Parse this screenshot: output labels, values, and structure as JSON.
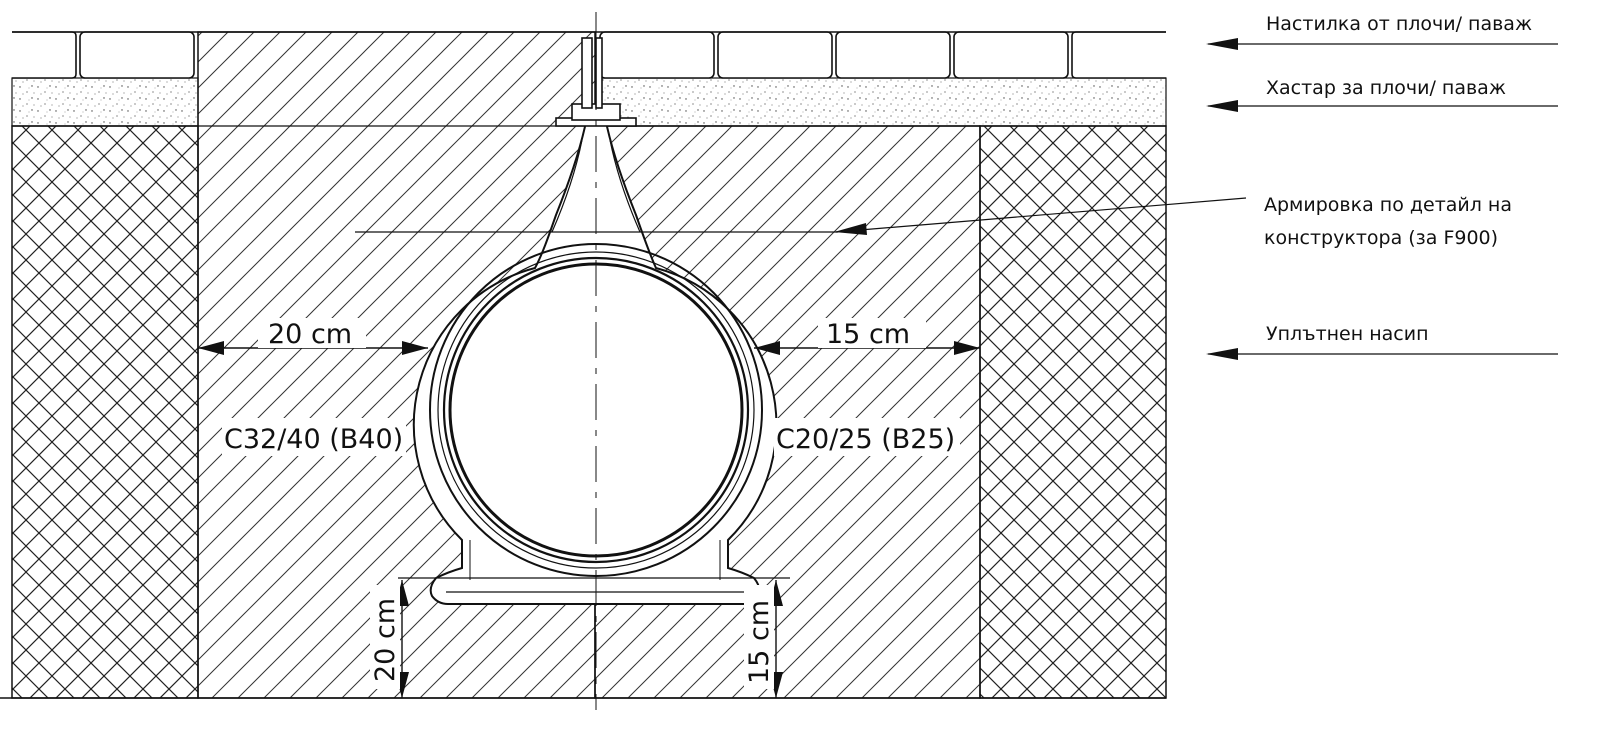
{
  "callouts": {
    "paving": "Настилка от плочи/ паваж",
    "sand_bed": "Хастар за плочи/ паваж",
    "reinforcement_line1": "Армировка по детайл на",
    "reinforcement_line2": "конструктора (за F900)",
    "compacted_fill": "Уплътнен насип"
  },
  "dimensions": {
    "left_side": "20 cm",
    "right_side": "15 cm",
    "left_bottom": "20 cm",
    "right_bottom": "15 cm"
  },
  "concrete": {
    "left_grade": "C32/40 (B40)",
    "right_grade": "C20/25 (B25)"
  }
}
